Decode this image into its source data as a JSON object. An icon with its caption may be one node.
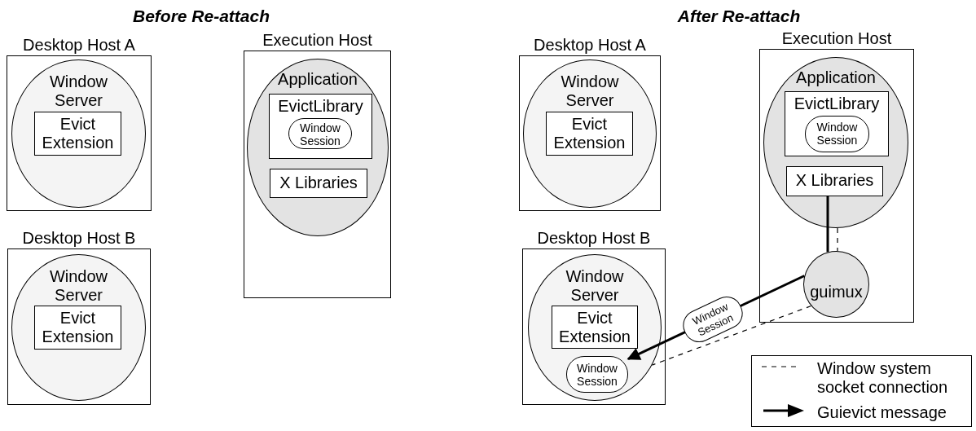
{
  "diagram": {
    "nodes": [
      {
        "text": [
          "Desktop Host A"
        ]
      },
      {
        "text": [
          "Window Server"
        ],
        "in": 0
      },
      {
        "text": [
          "Evict Extension"
        ],
        "in": 1
      },
      {
        "text": [
          "Execution Host"
        ]
      },
      {
        "text": [
          "Application"
        ],
        "in": 3
      },
      {
        "text": [
          "EvictLibrary"
        ],
        "in": 4
      },
      {
        "text": [
          "Window Session"
        ],
        "in": 5
      },
      {
        "text": [
          "X Libraries"
        ],
        "in": 4
      },
      {
        "text": [
          "Desktop Host B"
        ]
      },
      {
        "text": [
          "Window Server"
        ],
        "in": 8
      },
      {
        "text": [
          "Evict Extension"
        ],
        "in": 9
      },
      {
        "text": [
          "Desktop Host A"
        ]
      },
      {
        "text": [
          "Window Server"
        ],
        "in": 11
      },
      {
        "text": [
          "Evict Extension"
        ],
        "in": 12
      },
      {
        "text": [
          "Execution Host"
        ]
      },
      {
        "text": [
          "Application"
        ],
        "in": 14
      },
      {
        "text": [
          "EvictLibrary"
        ],
        "in": 15
      },
      {
        "text": [
          "Window Session"
        ],
        "in": 16
      },
      {
        "text": [
          "X Libraries"
        ],
        "in": 15
      },
      {
        "text": [
          "guimux"
        ],
        "in": 14
      },
      {
        "text": [
          "Desktop Host B"
        ]
      },
      {
        "text": [
          "Window Server"
        ],
        "in": 20
      },
      {
        "text": [
          "Evict Extension"
        ],
        "in": 21
      },
      {
        "text": [
          "Window Session"
        ],
        "in": 21
      }
    ],
    "edges": [
      {
        "from": 15,
        "to": 19,
        "arrow": "none",
        "style": "dashed"
      },
      {
        "from": 19,
        "to": 21,
        "arrow": "none",
        "style": "dashed"
      },
      {
        "from": 18,
        "to": 19,
        "arrow": "none",
        "style": "thick"
      },
      {
        "from": 19,
        "to": 23,
        "arrow": "to",
        "style": "thick",
        "label": "Window Session"
      }
    ],
    "labels": [
      "Before Re-attach",
      "After Re-attach"
    ],
    "legend": [
      {
        "text": "Window system socket connection"
      },
      {
        "text": "Guievict message"
      }
    ]
  }
}
